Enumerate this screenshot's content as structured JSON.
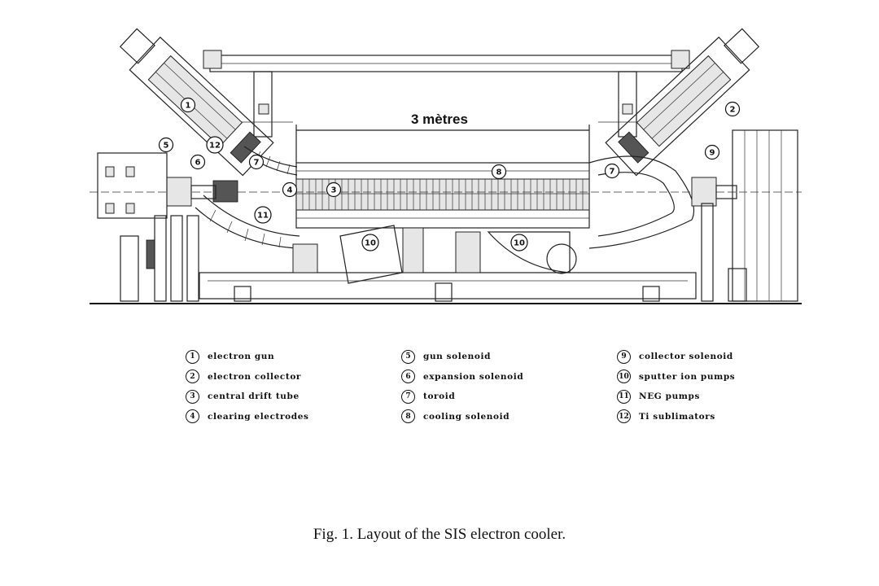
{
  "drawing": {
    "scale_label": "3 mètres",
    "callouts": [
      {
        "n": "1"
      },
      {
        "n": "2"
      },
      {
        "n": "3"
      },
      {
        "n": "4"
      },
      {
        "n": "5"
      },
      {
        "n": "6"
      },
      {
        "n": "7"
      },
      {
        "n": "7"
      },
      {
        "n": "8"
      },
      {
        "n": "9"
      },
      {
        "n": "10"
      },
      {
        "n": "10"
      },
      {
        "n": "11"
      },
      {
        "n": "12"
      }
    ]
  },
  "legend": {
    "items": [
      {
        "num": "1",
        "label": "electron gun"
      },
      {
        "num": "2",
        "label": "electron collector"
      },
      {
        "num": "3",
        "label": "central drift tube"
      },
      {
        "num": "4",
        "label": "clearing electrodes"
      },
      {
        "num": "5",
        "label": "gun solenoid"
      },
      {
        "num": "6",
        "label": "expansion solenoid"
      },
      {
        "num": "7",
        "label": "toroid"
      },
      {
        "num": "8",
        "label": "cooling solenoid"
      },
      {
        "num": "9",
        "label": "collector solenoid"
      },
      {
        "num": "10",
        "label": "sputter ion pumps"
      },
      {
        "num": "11",
        "label": "NEG pumps"
      },
      {
        "num": "12",
        "label": "Ti sublimators"
      }
    ]
  },
  "caption": "Fig. 1. Layout of the SIS electron cooler."
}
